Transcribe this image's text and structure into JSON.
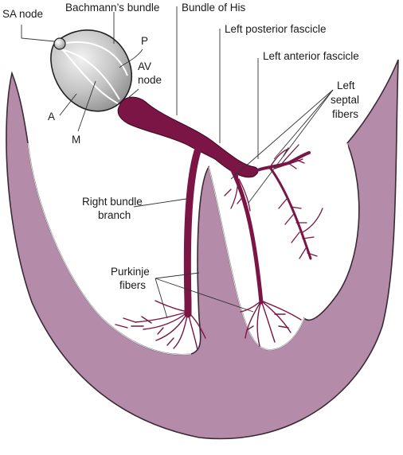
{
  "labels": {
    "sa_node": "SA node",
    "bachmanns_bundle": "Bachmann’s bundle",
    "bundle_of_his": "Bundle of His",
    "left_posterior_fascicle": "Left posterior fascicle",
    "left_anterior_fascicle": "Left anterior fascicle",
    "p": "P",
    "av_node_1": "AV",
    "av_node_2": "node",
    "left_septal_1": "Left",
    "left_septal_2": "septal",
    "left_septal_3": "fibers",
    "a": "A",
    "m": "M",
    "right_bundle_1": "Right bundle",
    "right_bundle_2": "branch",
    "purkinje_1": "Purkinje",
    "purkinje_2": "fibers"
  },
  "colors": {
    "myocardium": "#b48ba8",
    "myocardium_edge": "#3a2a35",
    "conduction": "#7a1545",
    "atrium_light": "#f2f2f2",
    "atrium_dark": "#8c8c8c",
    "leader_line": "#333333"
  }
}
